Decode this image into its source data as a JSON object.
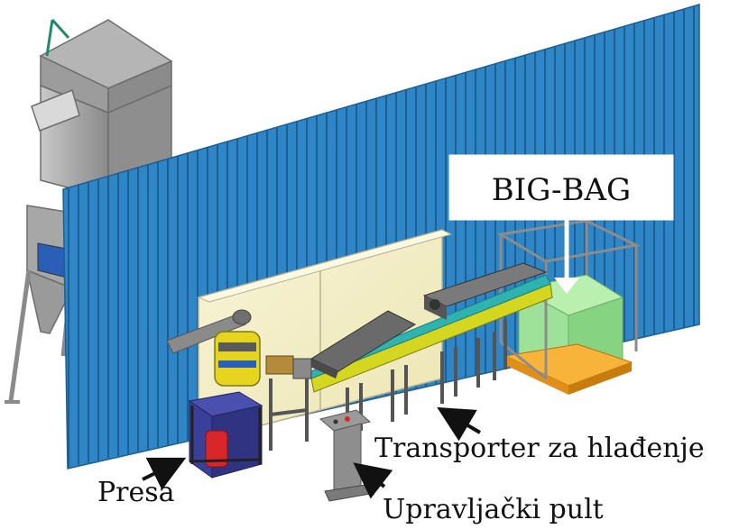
{
  "labels": {
    "bigbag": "BIG-BAG",
    "transporter": "Transporter za hlađenje",
    "presa": "Presa",
    "pult": "Upravljački pult"
  },
  "colors": {
    "wall_blue": "#2f86c6",
    "wall_dark": "#1d5f93",
    "panel_cream": "#f4efc4",
    "silo_gray": "#a9a9a9",
    "bigbag_green": "#9ee29a",
    "pallet_orange": "#f0a020",
    "press_blue": "#3a3f9a",
    "press_red": "#d8262a",
    "conveyor_yellow": "#d4d620",
    "conveyor_teal": "#2fb3b0",
    "mixer_yellow": "#e6d41e"
  },
  "icons": [
    "arrow-icon"
  ]
}
